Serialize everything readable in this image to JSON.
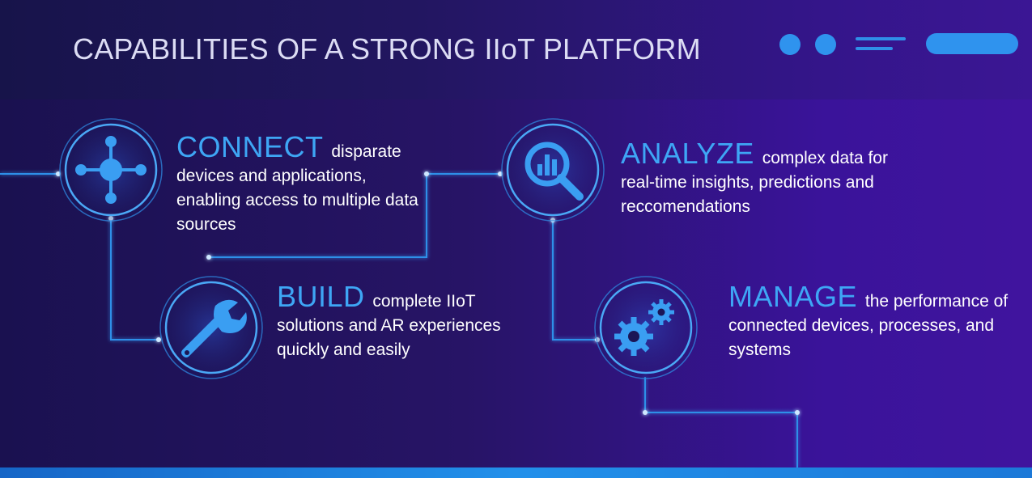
{
  "title": "CAPABILITIES OF A STRONG IIoT PLATFORM",
  "colors": {
    "accent": "#3ea6f5",
    "line": "#2f8fe8",
    "background_left": "#1a1150",
    "background_right": "#40149e",
    "text": "#ffffff"
  },
  "features": [
    {
      "keyword": "CONNECT",
      "text": "disparate devices and applications, enabling access to multiple data sources",
      "icon": "network-hub-icon"
    },
    {
      "keyword": "BUILD",
      "text": "complete IIoT solutions and AR experiences quickly and easily",
      "icon": "wrench-icon"
    },
    {
      "keyword": "ANALYZE",
      "text": "complex data for real-time insights, predictions and reccomendations",
      "icon": "magnifier-chart-icon"
    },
    {
      "keyword": "MANAGE",
      "text": "the performance of connected devices, processes, and systems",
      "icon": "gears-icon"
    }
  ]
}
